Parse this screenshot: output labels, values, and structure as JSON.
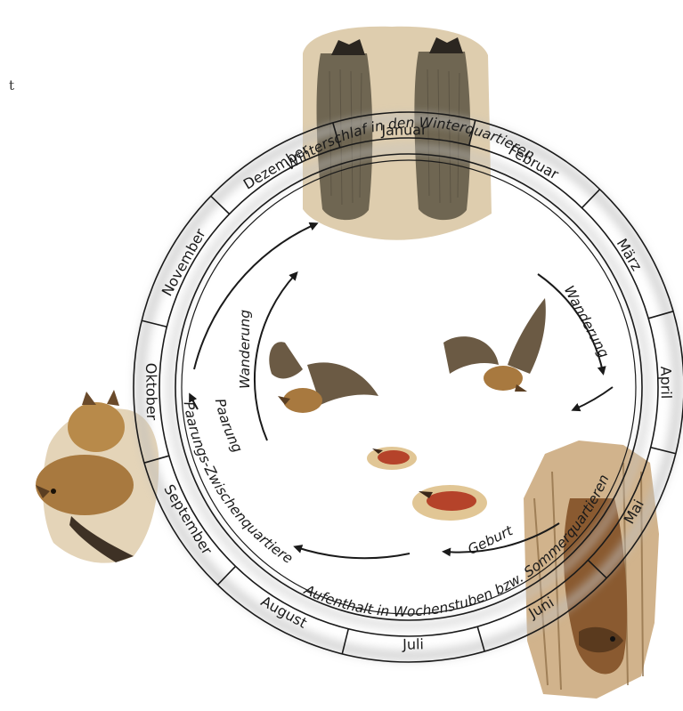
{
  "fragment_text": "t",
  "months": [
    "Januar",
    "Februar",
    "März",
    "April",
    "Mai",
    "Juni",
    "Juli",
    "August",
    "September",
    "Oktober",
    "November",
    "Dezember"
  ],
  "phases": {
    "winter": "Winterschlaf in den Winterquartieren",
    "migration_spring": "Wanderung",
    "summer": "Aufenthalt in Wochenstuben bzw. Sommerquartieren",
    "birth": "Geburt",
    "mating_quarters": "Paarungs-Zwischenquartiere",
    "mating": "Paarung",
    "migration_autumn": "Wanderung"
  },
  "illustrations": [
    "bats-hibernating-hanging-illustration",
    "bat-flying-left-illustration",
    "bat-flying-right-illustration",
    "bat-pups-illustration",
    "bats-pair-mating-illustration",
    "bat-in-tree-crevice-illustration"
  ],
  "colors": {
    "ring_stroke": "#1a1a1a",
    "ring_fill": "#ffffff",
    "bat_fur": "#a8793f",
    "bat_wing": "#6b5a44",
    "rock": "#c9b48a"
  }
}
